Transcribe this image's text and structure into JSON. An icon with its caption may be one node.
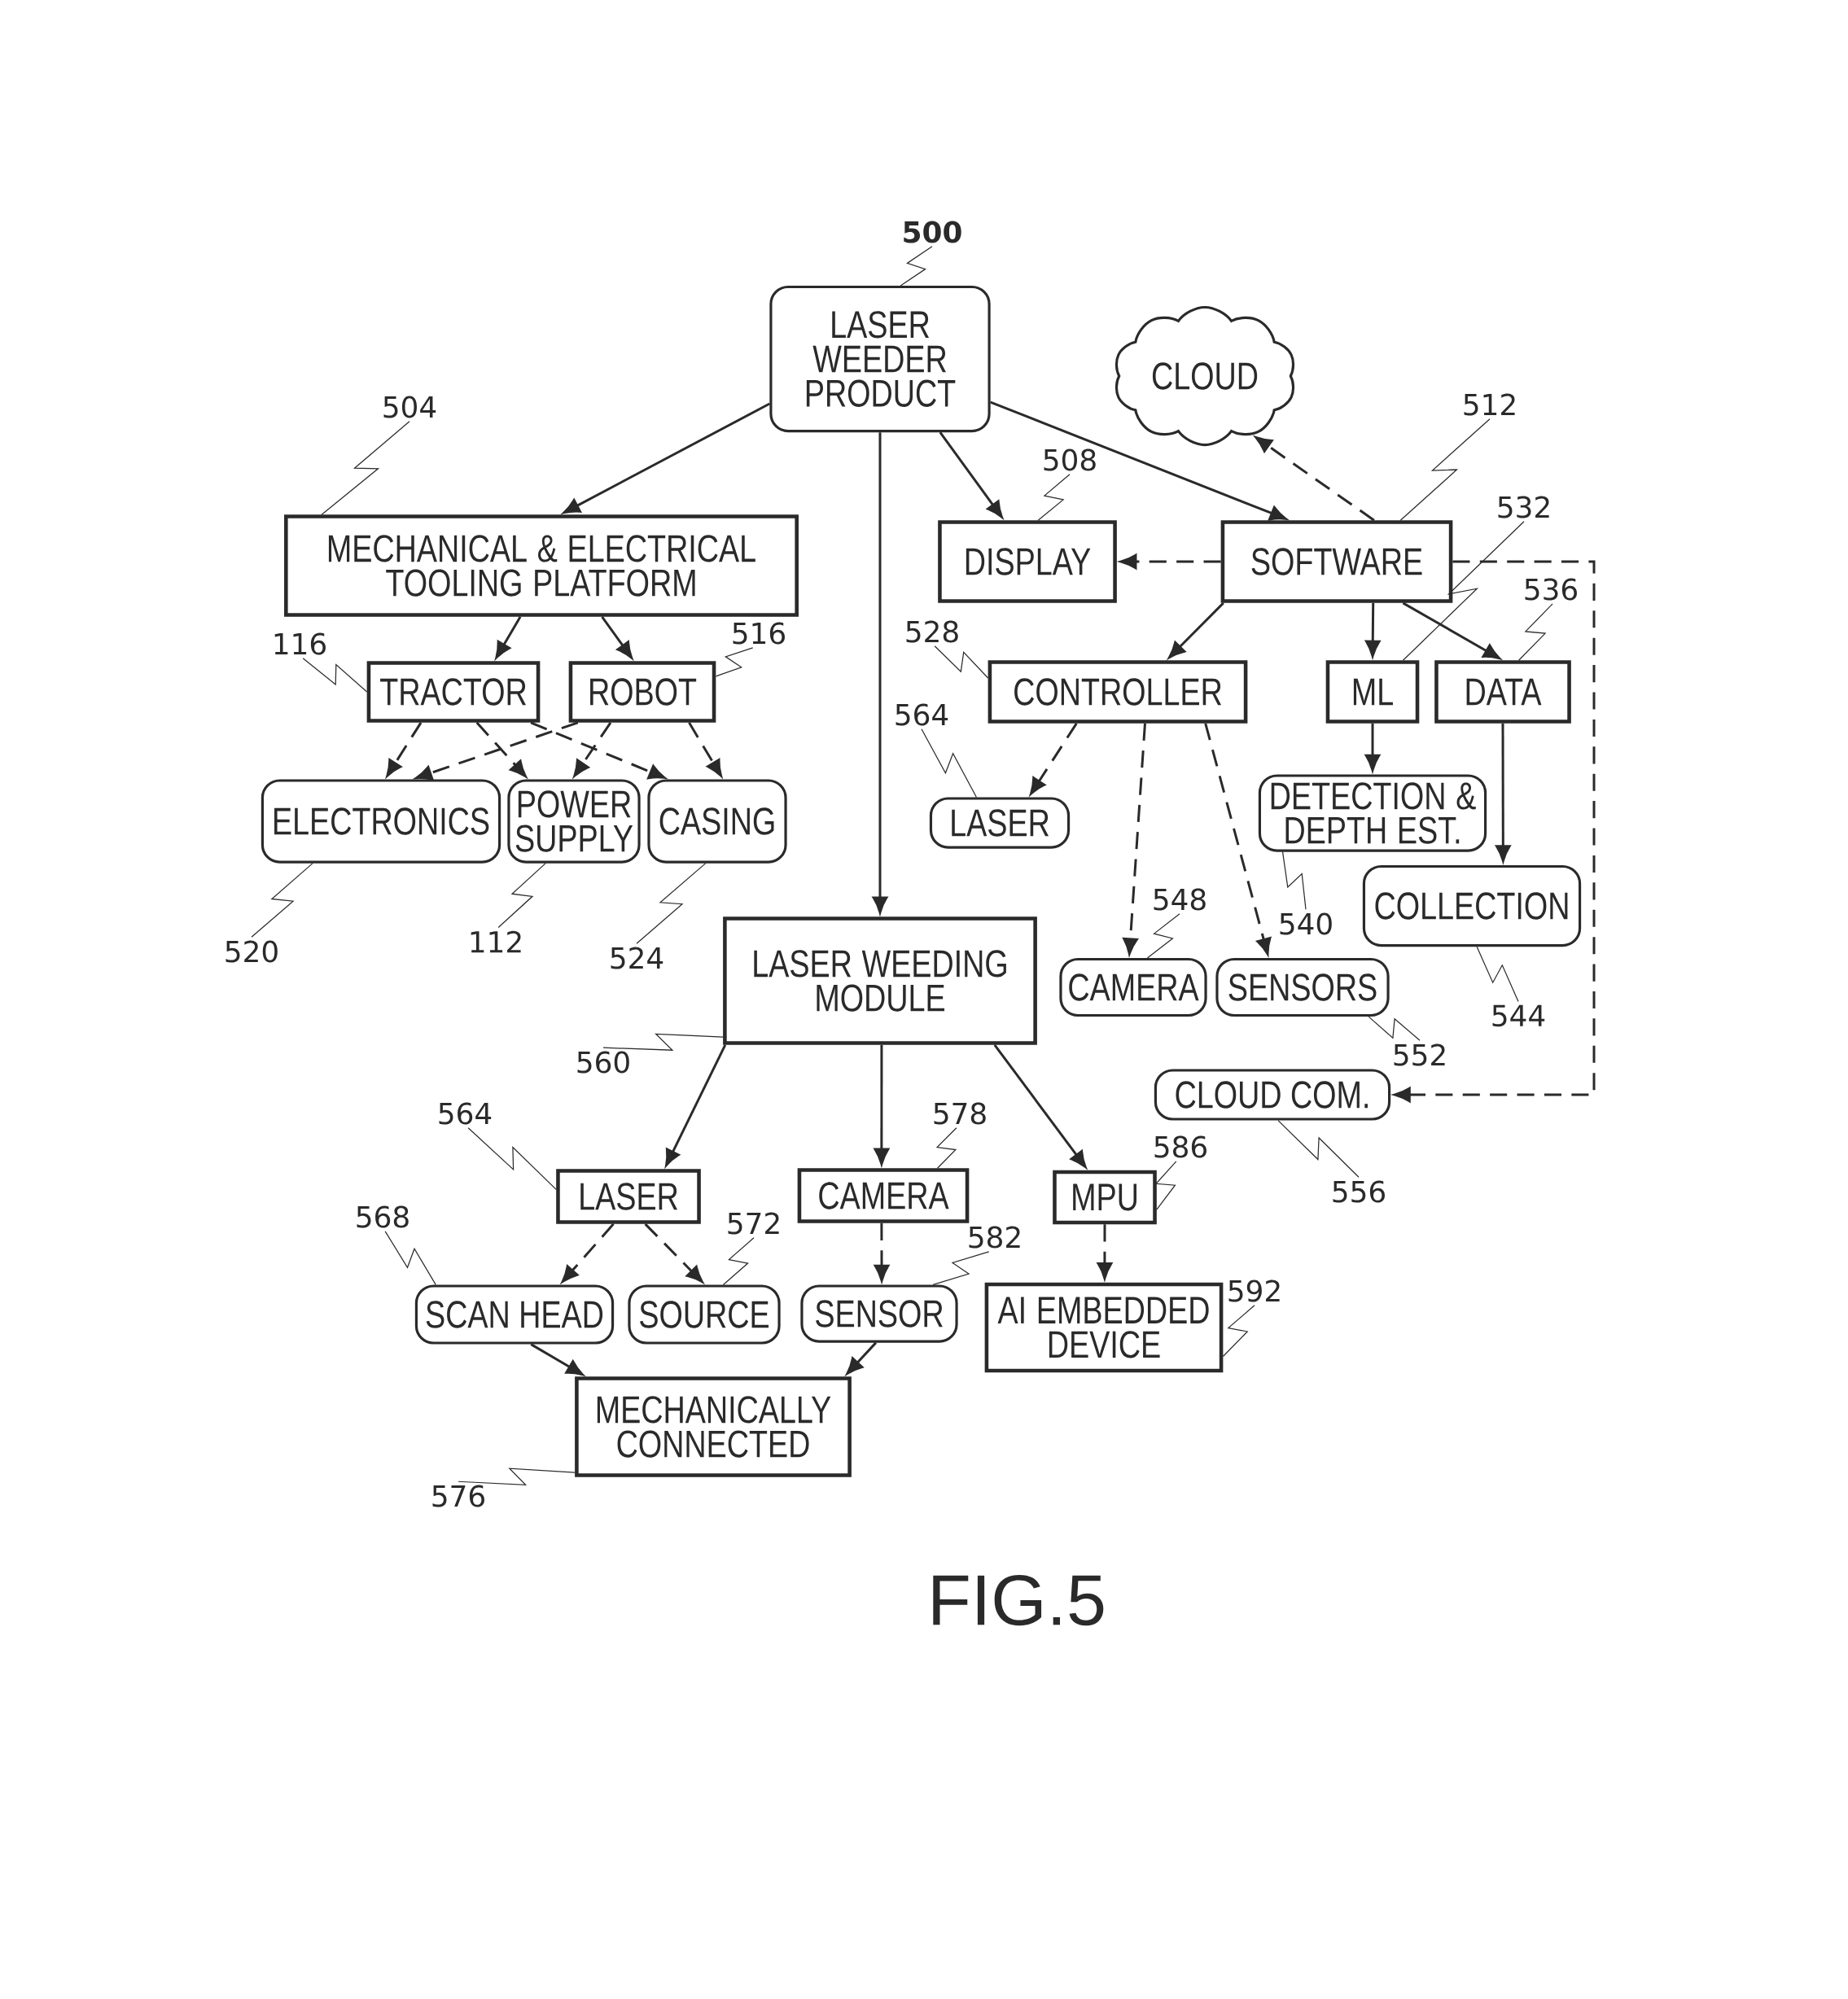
{
  "diagram": {
    "caption": "FIG.5",
    "nodes": [
      {
        "text": [
          "LASER WEEDER PRODUCT"
        ]
      },
      {
        "text": [
          "CLOUD"
        ]
      },
      {
        "text": [
          "MECHANICAL & ELECTRICAL TOOLING PLATFORM"
        ]
      },
      {
        "text": [
          "DISPLAY"
        ]
      },
      {
        "text": [
          "SOFTWARE"
        ]
      },
      {
        "text": [
          "TRACTOR"
        ]
      },
      {
        "text": [
          "ROBOT"
        ]
      },
      {
        "text": [
          "CONTROLLER"
        ]
      },
      {
        "text": [
          "ML"
        ]
      },
      {
        "text": [
          "DATA"
        ]
      },
      {
        "text": [
          "ELECTRONICS"
        ]
      },
      {
        "text": [
          "POWER SUPPLY"
        ]
      },
      {
        "text": [
          "CASING"
        ]
      },
      {
        "text": [
          "LASER"
        ]
      },
      {
        "text": [
          "DETECTION & DEPTH EST."
        ]
      },
      {
        "text": [
          "COLLECTION"
        ]
      },
      {
        "text": [
          "LASER WEEDING MODULE"
        ]
      },
      {
        "text": [
          "CAMERA"
        ]
      },
      {
        "text": [
          "SENSORS"
        ]
      },
      {
        "text": [
          "CLOUD COM."
        ]
      },
      {
        "text": [
          "LASER"
        ]
      },
      {
        "text": [
          "CAMERA"
        ]
      },
      {
        "text": [
          "MPU"
        ]
      },
      {
        "text": [
          "SCAN HEAD"
        ]
      },
      {
        "text": [
          "SOURCE"
        ]
      },
      {
        "text": [
          "SENSOR"
        ]
      },
      {
        "text": [
          "AI EMBEDDED DEVICE"
        ]
      },
      {
        "text": [
          "MECHANICALLY CONNECTED"
        ]
      },
      {
        "text": [
          "500"
        ]
      },
      {
        "text": [
          "504"
        ]
      },
      {
        "text": [
          "508"
        ]
      },
      {
        "text": [
          "512"
        ]
      },
      {
        "text": [
          "532"
        ]
      },
      {
        "text": [
          "116"
        ]
      },
      {
        "text": [
          "516"
        ]
      },
      {
        "text": [
          "536"
        ]
      },
      {
        "text": [
          "528"
        ]
      },
      {
        "text": [
          "564"
        ]
      },
      {
        "text": [
          "548"
        ]
      },
      {
        "text": [
          "540"
        ]
      },
      {
        "text": [
          "520"
        ]
      },
      {
        "text": [
          "112"
        ]
      },
      {
        "text": [
          "524"
        ]
      },
      {
        "text": [
          "544"
        ]
      },
      {
        "text": [
          "552"
        ]
      },
      {
        "text": [
          "560"
        ]
      },
      {
        "text": [
          "564"
        ]
      },
      {
        "text": [
          "578"
        ]
      },
      {
        "text": [
          "586"
        ]
      },
      {
        "text": [
          "556"
        ]
      },
      {
        "text": [
          "568"
        ]
      },
      {
        "text": [
          "572"
        ]
      },
      {
        "text": [
          "582"
        ]
      },
      {
        "text": [
          "592"
        ]
      },
      {
        "text": [
          "576"
        ]
      }
    ],
    "edges": [
      {
        "from": 0,
        "to": 2,
        "arrow": "to"
      },
      {
        "from": 0,
        "to": 16,
        "arrow": "to"
      },
      {
        "from": 0,
        "to": 3,
        "arrow": "to"
      },
      {
        "from": 0,
        "to": 4,
        "arrow": "to"
      },
      {
        "from": 4,
        "to": 1,
        "arrow": "to",
        "style": "dashed"
      },
      {
        "from": 4,
        "to": 3,
        "arrow": "to",
        "style": "dashed"
      },
      {
        "from": 4,
        "to": 19,
        "arrow": "to",
        "style": "dashed"
      },
      {
        "from": 2,
        "to": 5,
        "arrow": "to"
      },
      {
        "from": 2,
        "to": 6,
        "arrow": "to"
      },
      {
        "from": 4,
        "to": 7,
        "arrow": "to"
      },
      {
        "from": 4,
        "to": 8,
        "arrow": "to"
      },
      {
        "from": 4,
        "to": 9,
        "arrow": "to"
      },
      {
        "from": 5,
        "to": 10,
        "arrow": "to",
        "style": "dashed"
      },
      {
        "from": 5,
        "to": 11,
        "arrow": "to",
        "style": "dashed"
      },
      {
        "from": 5,
        "to": 12,
        "arrow": "to",
        "style": "dashed"
      },
      {
        "from": 6,
        "to": 10,
        "arrow": "to",
        "style": "dashed"
      },
      {
        "from": 6,
        "to": 11,
        "arrow": "to",
        "style": "dashed"
      },
      {
        "from": 6,
        "to": 12,
        "arrow": "to",
        "style": "dashed"
      },
      {
        "from": 7,
        "to": 13,
        "arrow": "to",
        "style": "dashed"
      },
      {
        "from": 7,
        "to": 17,
        "arrow": "to",
        "style": "dashed"
      },
      {
        "from": 7,
        "to": 18,
        "arrow": "to",
        "style": "dashed"
      },
      {
        "from": 8,
        "to": 14,
        "arrow": "to"
      },
      {
        "from": 9,
        "to": 15,
        "arrow": "to"
      },
      {
        "from": 16,
        "to": 20,
        "arrow": "to"
      },
      {
        "from": 16,
        "to": 21,
        "arrow": "to"
      },
      {
        "from": 16,
        "to": 22,
        "arrow": "to"
      },
      {
        "from": 20,
        "to": 23,
        "arrow": "to",
        "style": "dashed"
      },
      {
        "from": 20,
        "to": 24,
        "arrow": "to",
        "style": "dashed"
      },
      {
        "from": 21,
        "to": 25,
        "arrow": "to",
        "style": "dashed"
      },
      {
        "from": 22,
        "to": 26,
        "arrow": "to",
        "style": "dashed"
      },
      {
        "from": 23,
        "to": 27,
        "arrow": "to"
      },
      {
        "from": 25,
        "to": 27,
        "arrow": "to"
      },
      {
        "from": 28,
        "to": 0,
        "arrow": "none"
      },
      {
        "from": 29,
        "to": 2,
        "arrow": "none"
      },
      {
        "from": 30,
        "to": 3,
        "arrow": "none"
      },
      {
        "from": 31,
        "to": 4,
        "arrow": "none"
      },
      {
        "from": 32,
        "to": 8,
        "arrow": "none"
      },
      {
        "from": 33,
        "to": 5,
        "arrow": "none"
      },
      {
        "from": 34,
        "to": 6,
        "arrow": "none"
      },
      {
        "from": 35,
        "to": 9,
        "arrow": "none"
      },
      {
        "from": 36,
        "to": 7,
        "arrow": "none"
      },
      {
        "from": 37,
        "to": 13,
        "arrow": "none"
      },
      {
        "from": 38,
        "to": 17,
        "arrow": "none"
      },
      {
        "from": 39,
        "to": 14,
        "arrow": "none"
      },
      {
        "from": 40,
        "to": 10,
        "arrow": "none"
      },
      {
        "from": 41,
        "to": 11,
        "arrow": "none"
      },
      {
        "from": 42,
        "to": 12,
        "arrow": "none"
      },
      {
        "from": 43,
        "to": 15,
        "arrow": "none"
      },
      {
        "from": 44,
        "to": 18,
        "arrow": "none"
      },
      {
        "from": 45,
        "to": 16,
        "arrow": "none"
      },
      {
        "from": 46,
        "to": 20,
        "arrow": "none"
      },
      {
        "from": 47,
        "to": 21,
        "arrow": "none"
      },
      {
        "from": 48,
        "to": 22,
        "arrow": "none"
      },
      {
        "from": 49,
        "to": 19,
        "arrow": "none"
      },
      {
        "from": 50,
        "to": 23,
        "arrow": "none"
      },
      {
        "from": 51,
        "to": 24,
        "arrow": "none"
      },
      {
        "from": 52,
        "to": 25,
        "arrow": "none"
      },
      {
        "from": 53,
        "to": 26,
        "arrow": "none"
      },
      {
        "from": 54,
        "to": 27,
        "arrow": "none"
      }
    ]
  }
}
